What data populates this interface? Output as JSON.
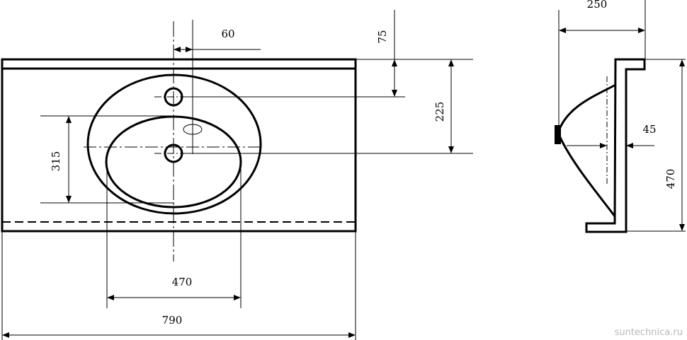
{
  "dimensions": {
    "hole_offset": "60",
    "hole_from_back": "75",
    "bowl_center_from_back": "225",
    "bowl_depth": "315",
    "bowl_width": "470",
    "total_width": "790",
    "side_depth": "250",
    "side_offset": "45",
    "side_height": "470"
  },
  "watermark": "suntechnica.ru",
  "colors": {
    "line": "#000000",
    "watermark": "#b8b8b8"
  }
}
